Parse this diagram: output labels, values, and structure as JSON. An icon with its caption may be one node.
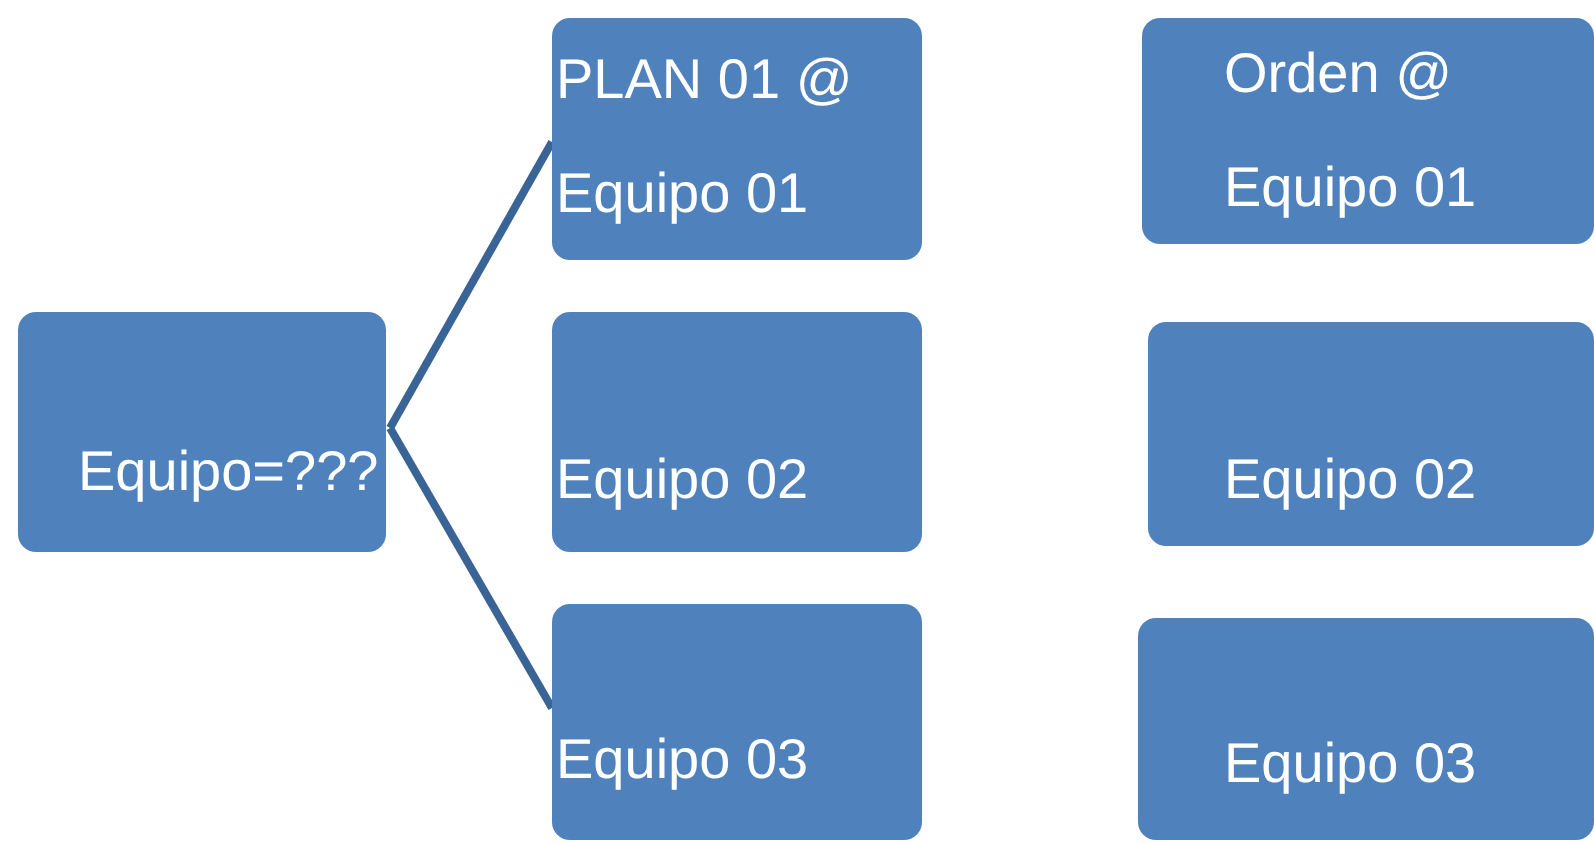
{
  "diagram": {
    "nodes": [
      {
        "text": [
          "Equipo=???"
        ]
      },
      {
        "text": [
          "PLAN 01 @ Equipo 01"
        ]
      },
      {
        "text": [
          "Equipo 02"
        ]
      },
      {
        "text": [
          "Equipo 03"
        ]
      },
      {
        "text": [
          "Orden @ Equipo 01"
        ]
      },
      {
        "text": [
          "Equipo 02"
        ]
      },
      {
        "text": [
          "Equipo 03"
        ]
      }
    ],
    "edges": [
      {
        "from": 0,
        "to": 1,
        "arrow": "none"
      },
      {
        "from": 0,
        "to": 3,
        "arrow": "none"
      }
    ]
  }
}
